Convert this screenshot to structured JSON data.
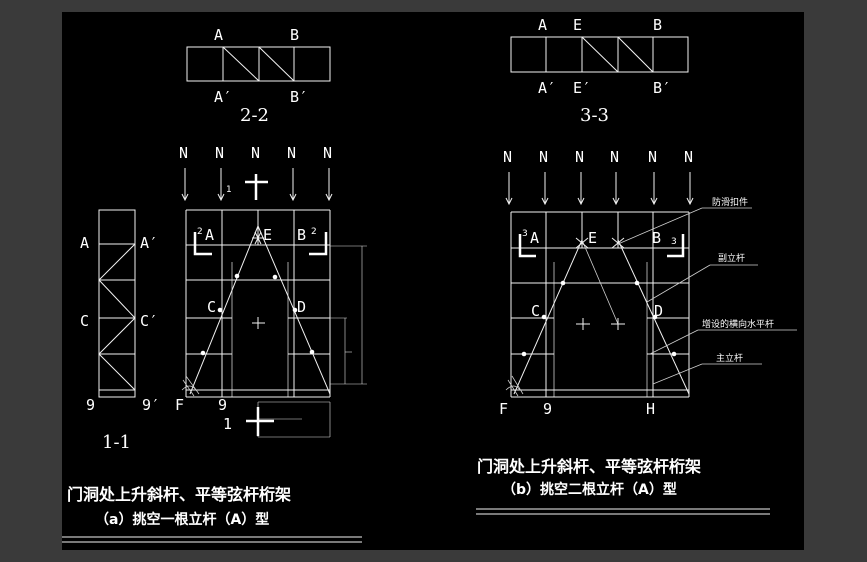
{
  "left": {
    "section_22": {
      "top_a": "A",
      "top_b": "B",
      "bot_a": "A′",
      "bot_b": "B′",
      "title": "2-2"
    },
    "loads": [
      "N",
      "N",
      "N",
      "N",
      "N"
    ],
    "marks": {
      "one_top": "1",
      "two_left": "2",
      "two_right": "2",
      "one_bottom": "1"
    },
    "nodes": {
      "a": "A",
      "e": "E",
      "b": "B",
      "c": "C",
      "d": "D",
      "f": "F",
      "nine": "9"
    },
    "side": {
      "a": "A",
      "a_prime": "A′",
      "c": "C",
      "c_prime": "C′",
      "nine": "9",
      "nine_prime": "9′",
      "title": "1-1"
    },
    "caption_line1": "门洞处上升斜杆、平等弦杆桁架",
    "caption_line2": "（a）挑空一根立杆（A）型"
  },
  "right": {
    "section_33": {
      "top_a": "A",
      "top_e": "E",
      "top_b": "B",
      "bot_a": "A′",
      "bot_e": "E′",
      "bot_b": "B′",
      "title": "3-3"
    },
    "loads": [
      "N",
      "N",
      "N",
      "N",
      "N",
      "N"
    ],
    "marks": {
      "three_left": "3",
      "three_right": "3"
    },
    "nodes": {
      "a": "A",
      "e": "E",
      "b": "B",
      "c": "C",
      "d": "D",
      "f": "F",
      "nine": "9",
      "h": "H"
    },
    "callouts": {
      "anti_slip": "防滑扣件",
      "aux_pole": "副立杆",
      "extra_horizontal": "增设的横向水平杆",
      "main_pole": "主立杆"
    },
    "caption_line1": "门洞处上升斜杆、平等弦杆桁架",
    "caption_line2": "（b）挑空二根立杆（A）型"
  }
}
